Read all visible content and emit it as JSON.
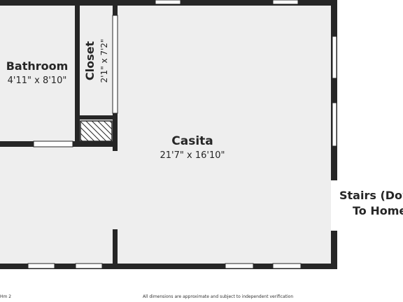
{
  "rooms": {
    "bathroom": {
      "name": "Bathroom",
      "dims": "4'11\" x 8'10\""
    },
    "closet": {
      "name": "Closet",
      "dims": "2'1\" x 7'2\""
    },
    "casita": {
      "name": "Casita",
      "dims": "21'7\" x 16'10\""
    }
  },
  "stairs": {
    "line1": "Stairs (Dow",
    "line2": "To Home"
  },
  "footer": {
    "left_label": "Hm 2",
    "disclaimer": "All dimensions are approximate and subject to independent verification"
  },
  "colors": {
    "floor": "#eeeeee",
    "wall": "#262626",
    "window": "#ffffff"
  }
}
